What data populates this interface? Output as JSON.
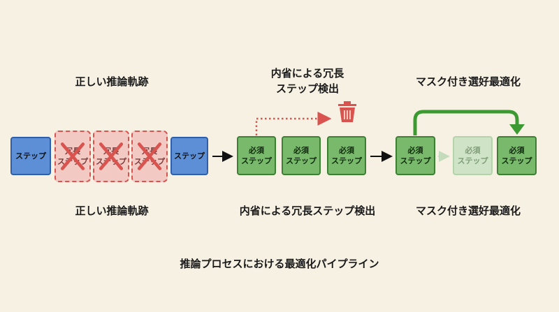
{
  "top_labels": {
    "left": "正しい推論軌跡",
    "middle_line1": "内省による冗長",
    "middle_line2": "ステップ検出",
    "right": "マスク付き選好最適化"
  },
  "bottom_labels": {
    "left": "正しい推論軌跡",
    "middle": "内省による冗長ステップ検出",
    "right": "マスク付き選好最適化"
  },
  "caption": "推論プロセスにおける最適化パイプライン",
  "boxes": {
    "step": "ステップ",
    "redundant_line1": "冗長",
    "redundant_line2": "ステップ",
    "required_line1": "必須",
    "required_line2": "ステップ"
  },
  "icons": {
    "trash": "trash-icon",
    "cross": "x-mark-icon",
    "arrow": "arrow-right-icon"
  },
  "colors": {
    "blue": "#5c8fd6",
    "red": "#d9534f",
    "green": "#3d9a32",
    "background": "#f6f1e3"
  }
}
